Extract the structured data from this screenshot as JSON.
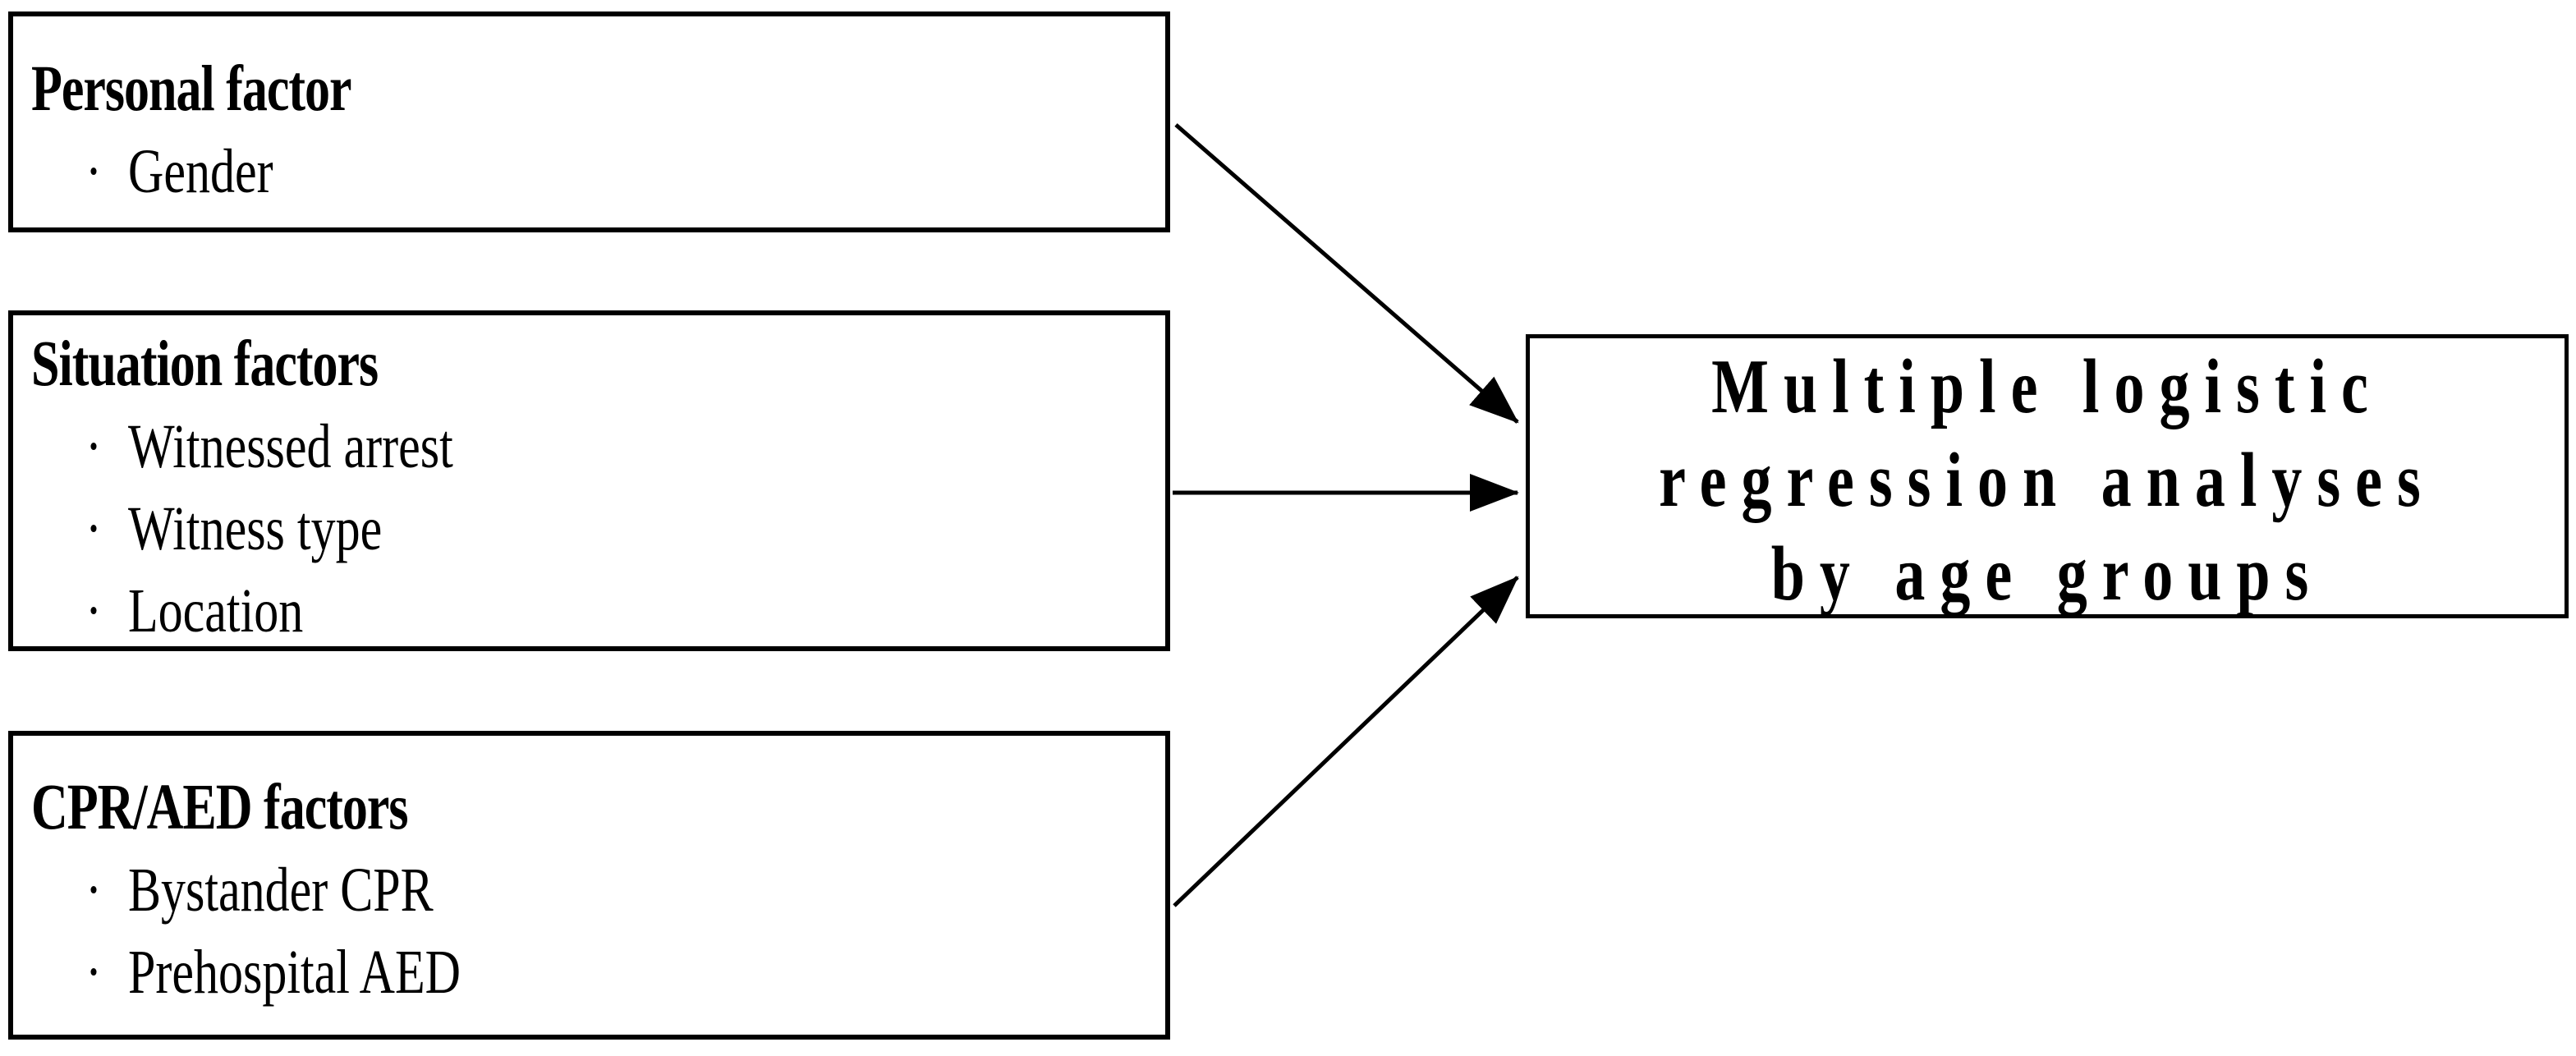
{
  "figure": {
    "background_color": "#ffffff",
    "line_color": "#000000",
    "bullet": "·",
    "factor_boxes": [
      {
        "title": "Personal factor",
        "items": [
          "Gender"
        ]
      },
      {
        "title": "Situation factors",
        "items": [
          "Witnessed arrest",
          "Witness type",
          "Location"
        ]
      },
      {
        "title": "CPR/AED factors",
        "items": [
          "Bystander CPR",
          "Prehospital AED"
        ]
      }
    ],
    "outcome_box": {
      "lines": [
        "Multiple logistic",
        "regression analyses",
        "by age groups"
      ]
    }
  }
}
